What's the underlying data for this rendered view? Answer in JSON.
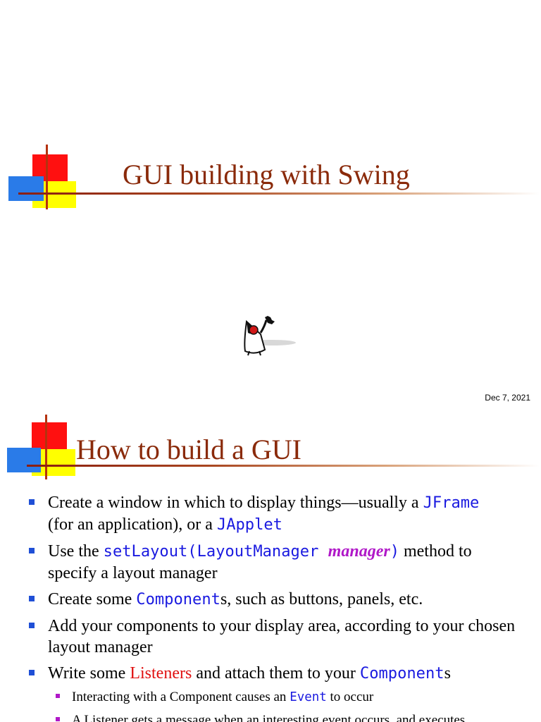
{
  "slide1": {
    "title": "GUI building with Swing",
    "date": "Dec 7, 2021",
    "mascot_icon": "duke-mascot-icon"
  },
  "slide2": {
    "title": "How to build a GUI",
    "bullets": [
      {
        "parts": [
          "Create a window in which to display things—usually a ",
          "JFrame",
          "(for an application), or a ",
          "JApplet"
        ]
      },
      {
        "parts": [
          "Use the ",
          "setLayout(LayoutManager ",
          "manager",
          ")",
          " method to specify a layout manager"
        ]
      },
      {
        "parts": [
          "Create some ",
          "Component",
          "s, such as buttons, panels, etc."
        ]
      },
      {
        "parts": [
          "Add your components to your display area, according to your chosen layout manager"
        ]
      },
      {
        "parts": [
          "Write some ",
          "Listeners",
          " and attach them to your ",
          "Component",
          "s"
        ]
      }
    ],
    "subbullets": [
      {
        "parts": [
          "Interacting with a Component causes an ",
          "Event",
          " to occur"
        ]
      },
      {
        "parts": [
          "A Listener gets a message when an interesting event occurs, and executes"
        ]
      }
    ]
  },
  "colors": {
    "title": "#8a2a0a",
    "bullet": "#1f4fd6",
    "subbullet": "#b018c8",
    "code": "#1a1ae0",
    "highlight_red": "#e01010"
  }
}
